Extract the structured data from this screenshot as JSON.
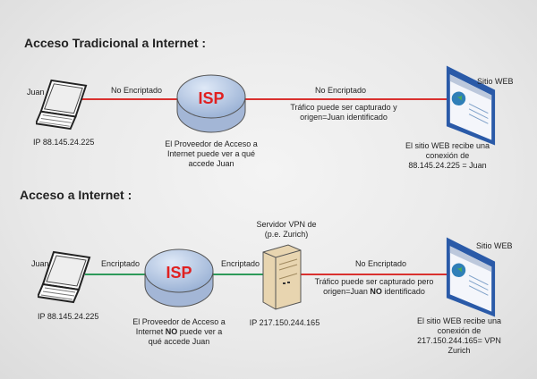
{
  "traditional": {
    "title": "Acceso Tradicional a Internet :",
    "user": "Juan",
    "user_ip": "IP 88.145.24.225",
    "link1": "No Encriptado",
    "isp_label": "ISP",
    "isp_desc": [
      "El Proveedor de Acceso a",
      "Internet puede ver a qué",
      "accede Juan"
    ],
    "link2": "No Encriptado",
    "traffic": [
      "Tráfico puede ser capturado y",
      "origen=Juan identificado"
    ],
    "web_label": "Sitio WEB",
    "web_desc": [
      "El sitio WEB recibe una",
      "conexión de",
      "88.145.24.225 = Juan"
    ]
  },
  "vpn": {
    "title": "Acceso a Internet :",
    "user": "Juan",
    "user_ip": "IP 88.145.24.225",
    "link1": "Encriptado",
    "isp_label": "ISP",
    "isp_desc": {
      "l1": "El Proveedor de Acceso a",
      "l2a": "Internet ",
      "l2b": "NO",
      "l2c": " puede ver a",
      "l3": "qué accede Juan"
    },
    "link2": "Encriptado",
    "server_label": [
      "Servidor VPN de",
      "(p.e. Zurich)"
    ],
    "server_ip": "IP 217.150.244.165",
    "link3": "No Encriptado",
    "traffic": {
      "l1": "Tráfico puede ser capturado pero",
      "l2a": "origen=Juan ",
      "l2b": "NO",
      "l2c": " identificado"
    },
    "web_label": "Sitio WEB",
    "web_desc": [
      "El sitio WEB recibe una",
      "conexión de",
      "217.150.244.165= VPN",
      "Zurich"
    ]
  },
  "colors": {
    "unencrypted": "#d9312f",
    "encrypted": "#2e9a5a",
    "isp_text": "#e02020"
  }
}
